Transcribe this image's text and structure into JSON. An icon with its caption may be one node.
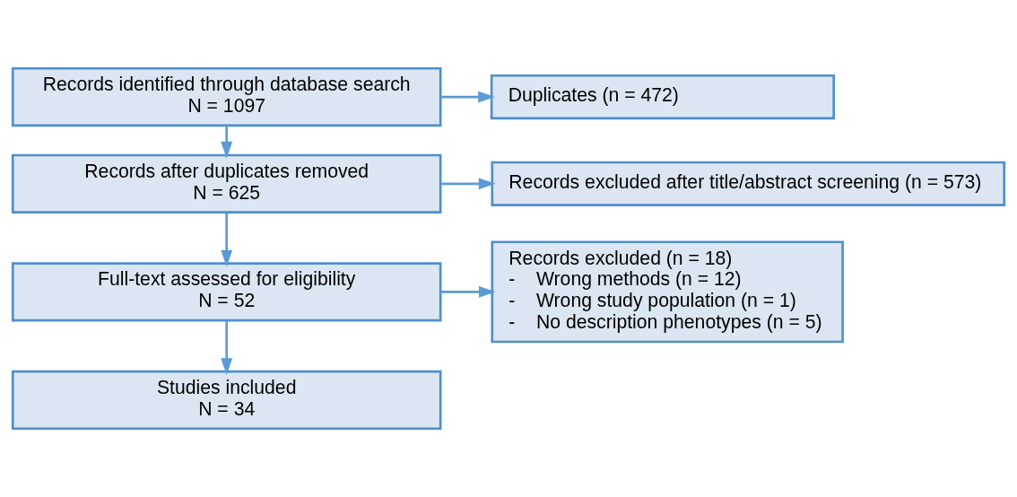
{
  "diagram": {
    "nodes": [
      {
        "text": [
          "Records identified through database search",
          "N = 1097"
        ]
      },
      {
        "text": [
          "Duplicates (n = 472)"
        ]
      },
      {
        "text": [
          "Records after duplicates removed",
          "N = 625"
        ]
      },
      {
        "text": [
          "Records excluded after title/abstract screening (n = 573)"
        ]
      },
      {
        "text": [
          "Full-text assessed for eligibility",
          "N = 52"
        ]
      },
      {
        "text": [
          "Records excluded (n = 18)",
          "-    Wrong methods (n = 12)",
          "-    Wrong study population (n = 1)",
          "-    No description phenotypes (n = 5)"
        ]
      },
      {
        "text": [
          "Studies included",
          "N = 34"
        ]
      }
    ],
    "edges": [
      {
        "from": 0,
        "to": 2,
        "arrow": "to"
      },
      {
        "from": 0,
        "to": 1,
        "arrow": "to"
      },
      {
        "from": 2,
        "to": 4,
        "arrow": "to"
      },
      {
        "from": 2,
        "to": 3,
        "arrow": "to"
      },
      {
        "from": 4,
        "to": 6,
        "arrow": "to"
      },
      {
        "from": 4,
        "to": 5,
        "arrow": "to"
      }
    ]
  }
}
